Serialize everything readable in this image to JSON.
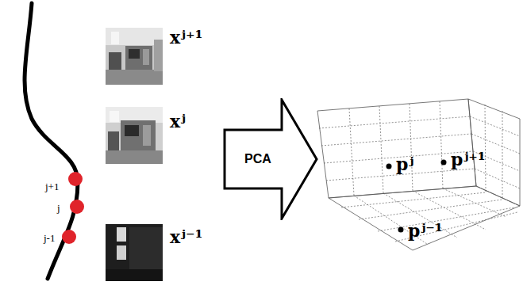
{
  "diagram": {
    "nodes": [
      {
        "text": [
          "PCA"
        ]
      }
    ],
    "labels": [
      "xʲ⁺¹",
      "xʲ",
      "xʲ⁻¹",
      "j+1",
      "j",
      "j-1",
      "pʲ",
      "pʲ⁺¹",
      "pʲ⁻¹"
    ]
  }
}
